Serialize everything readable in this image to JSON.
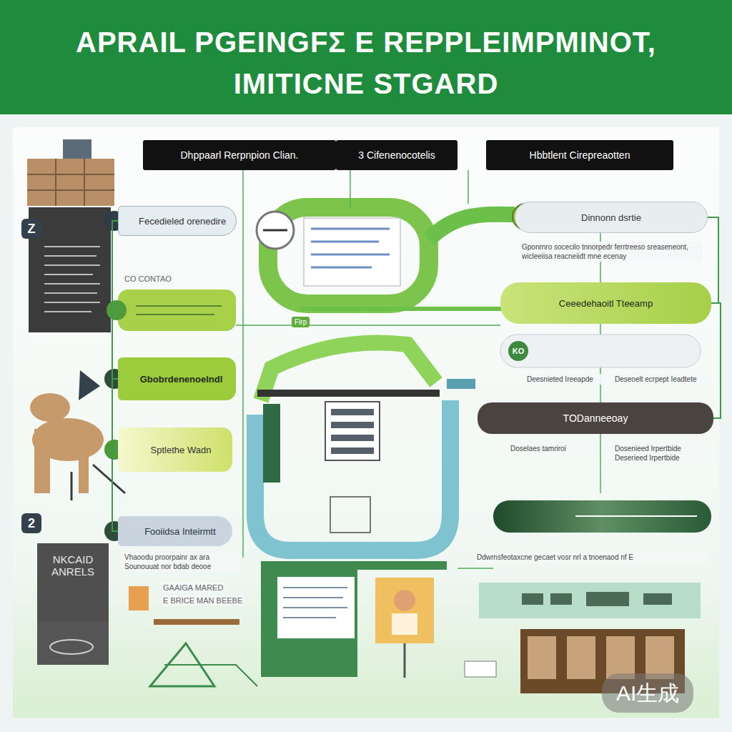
{
  "diagram": {
    "title": "APRAIL PGEINGFΣ E REPPLEIMPMINOT, IMITICNE STGARD",
    "nodes": [
      {
        "text": [
          "Dhppaarl Rerpnpion Clian."
        ]
      },
      {
        "text": [
          "3 Cifenenocotelis"
        ]
      },
      {
        "text": [
          "Hbbtlent Cirepreaotten"
        ]
      },
      {
        "text": [
          "Fecedieled orenedire"
        ]
      },
      {
        "text": [
          "Gbobrdenenoelndl"
        ]
      },
      {
        "text": [
          "Sptlethe Wadn"
        ]
      },
      {
        "text": [
          "Fooiidsa Inteirmtt"
        ]
      },
      {
        "text": [
          "NKCAID ANRELS"
        ]
      },
      {
        "text": [
          "Dinnonn dsrtie"
        ]
      },
      {
        "text": [
          "Ceeedehaoitl Tteeamp"
        ]
      },
      {
        "text": [
          "TODanneeoay"
        ]
      }
    ],
    "edges": [
      {
        "from": 3,
        "to": 4,
        "arrow": "none"
      },
      {
        "from": 4,
        "to": 5,
        "arrow": "none"
      },
      {
        "from": 5,
        "to": 6,
        "arrow": "none"
      },
      {
        "from": 8,
        "to": 9,
        "arrow": "none"
      },
      {
        "from": 9,
        "to": 10,
        "arrow": "none"
      }
    ],
    "labels": [
      "Z",
      "CO CONTAO",
      "2",
      "Vhaoodu proorpainr ax ara Sounouuat nor bdab deooe",
      "GAAIGA MARED",
      "E BRICE MAN BEEBE",
      "Flrp",
      "Gponrnro socecilo tnnorpedr ferrtreeso sreaseneont, wicleeiisa reacneiidt mne ecenay",
      "KO",
      "Deesnieted Ireeapde",
      "Deseoelt ecrpept Ieadtete",
      "Doselaes tamriroi",
      "Dosenieed Irpertbide Deserieed Irpertbide",
      "Ddwrnsfeotaxcne gecaet vosr nrl a tnoenaod nf E",
      "AI生成"
    ]
  }
}
